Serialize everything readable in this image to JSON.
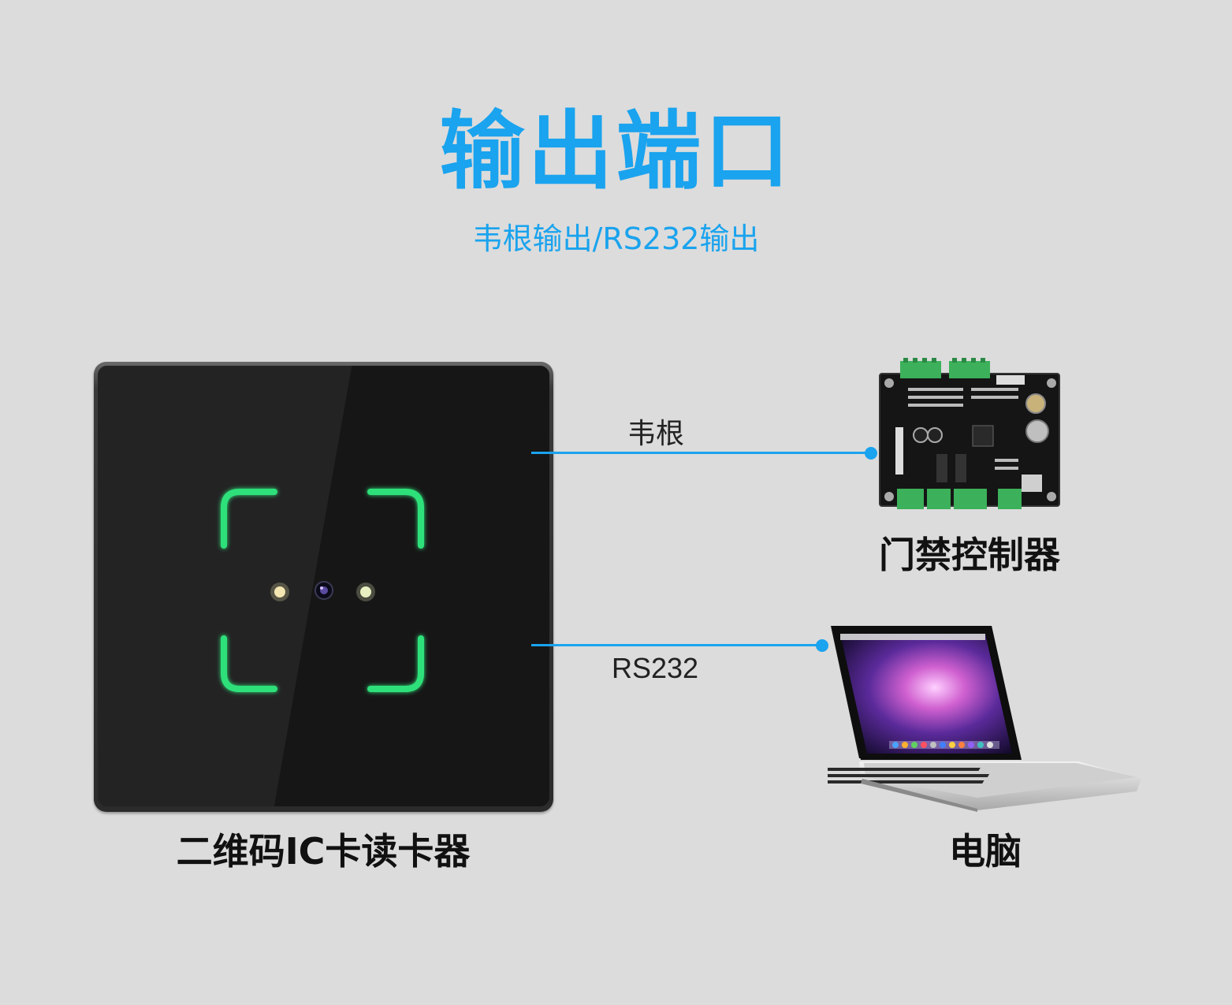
{
  "title": "输出端口",
  "subtitle": "韦根输出/RS232输出",
  "connections": [
    {
      "label": "韦根"
    },
    {
      "label": "RS232"
    }
  ],
  "devices": {
    "reader": {
      "label": "二维码IC卡读卡器"
    },
    "controller": {
      "label": "门禁控制器"
    },
    "computer": {
      "label": "电脑"
    }
  },
  "colors": {
    "accent": "#1aa3ee",
    "background": "#dcdcdc",
    "scan_frame": "#2ee07a"
  }
}
